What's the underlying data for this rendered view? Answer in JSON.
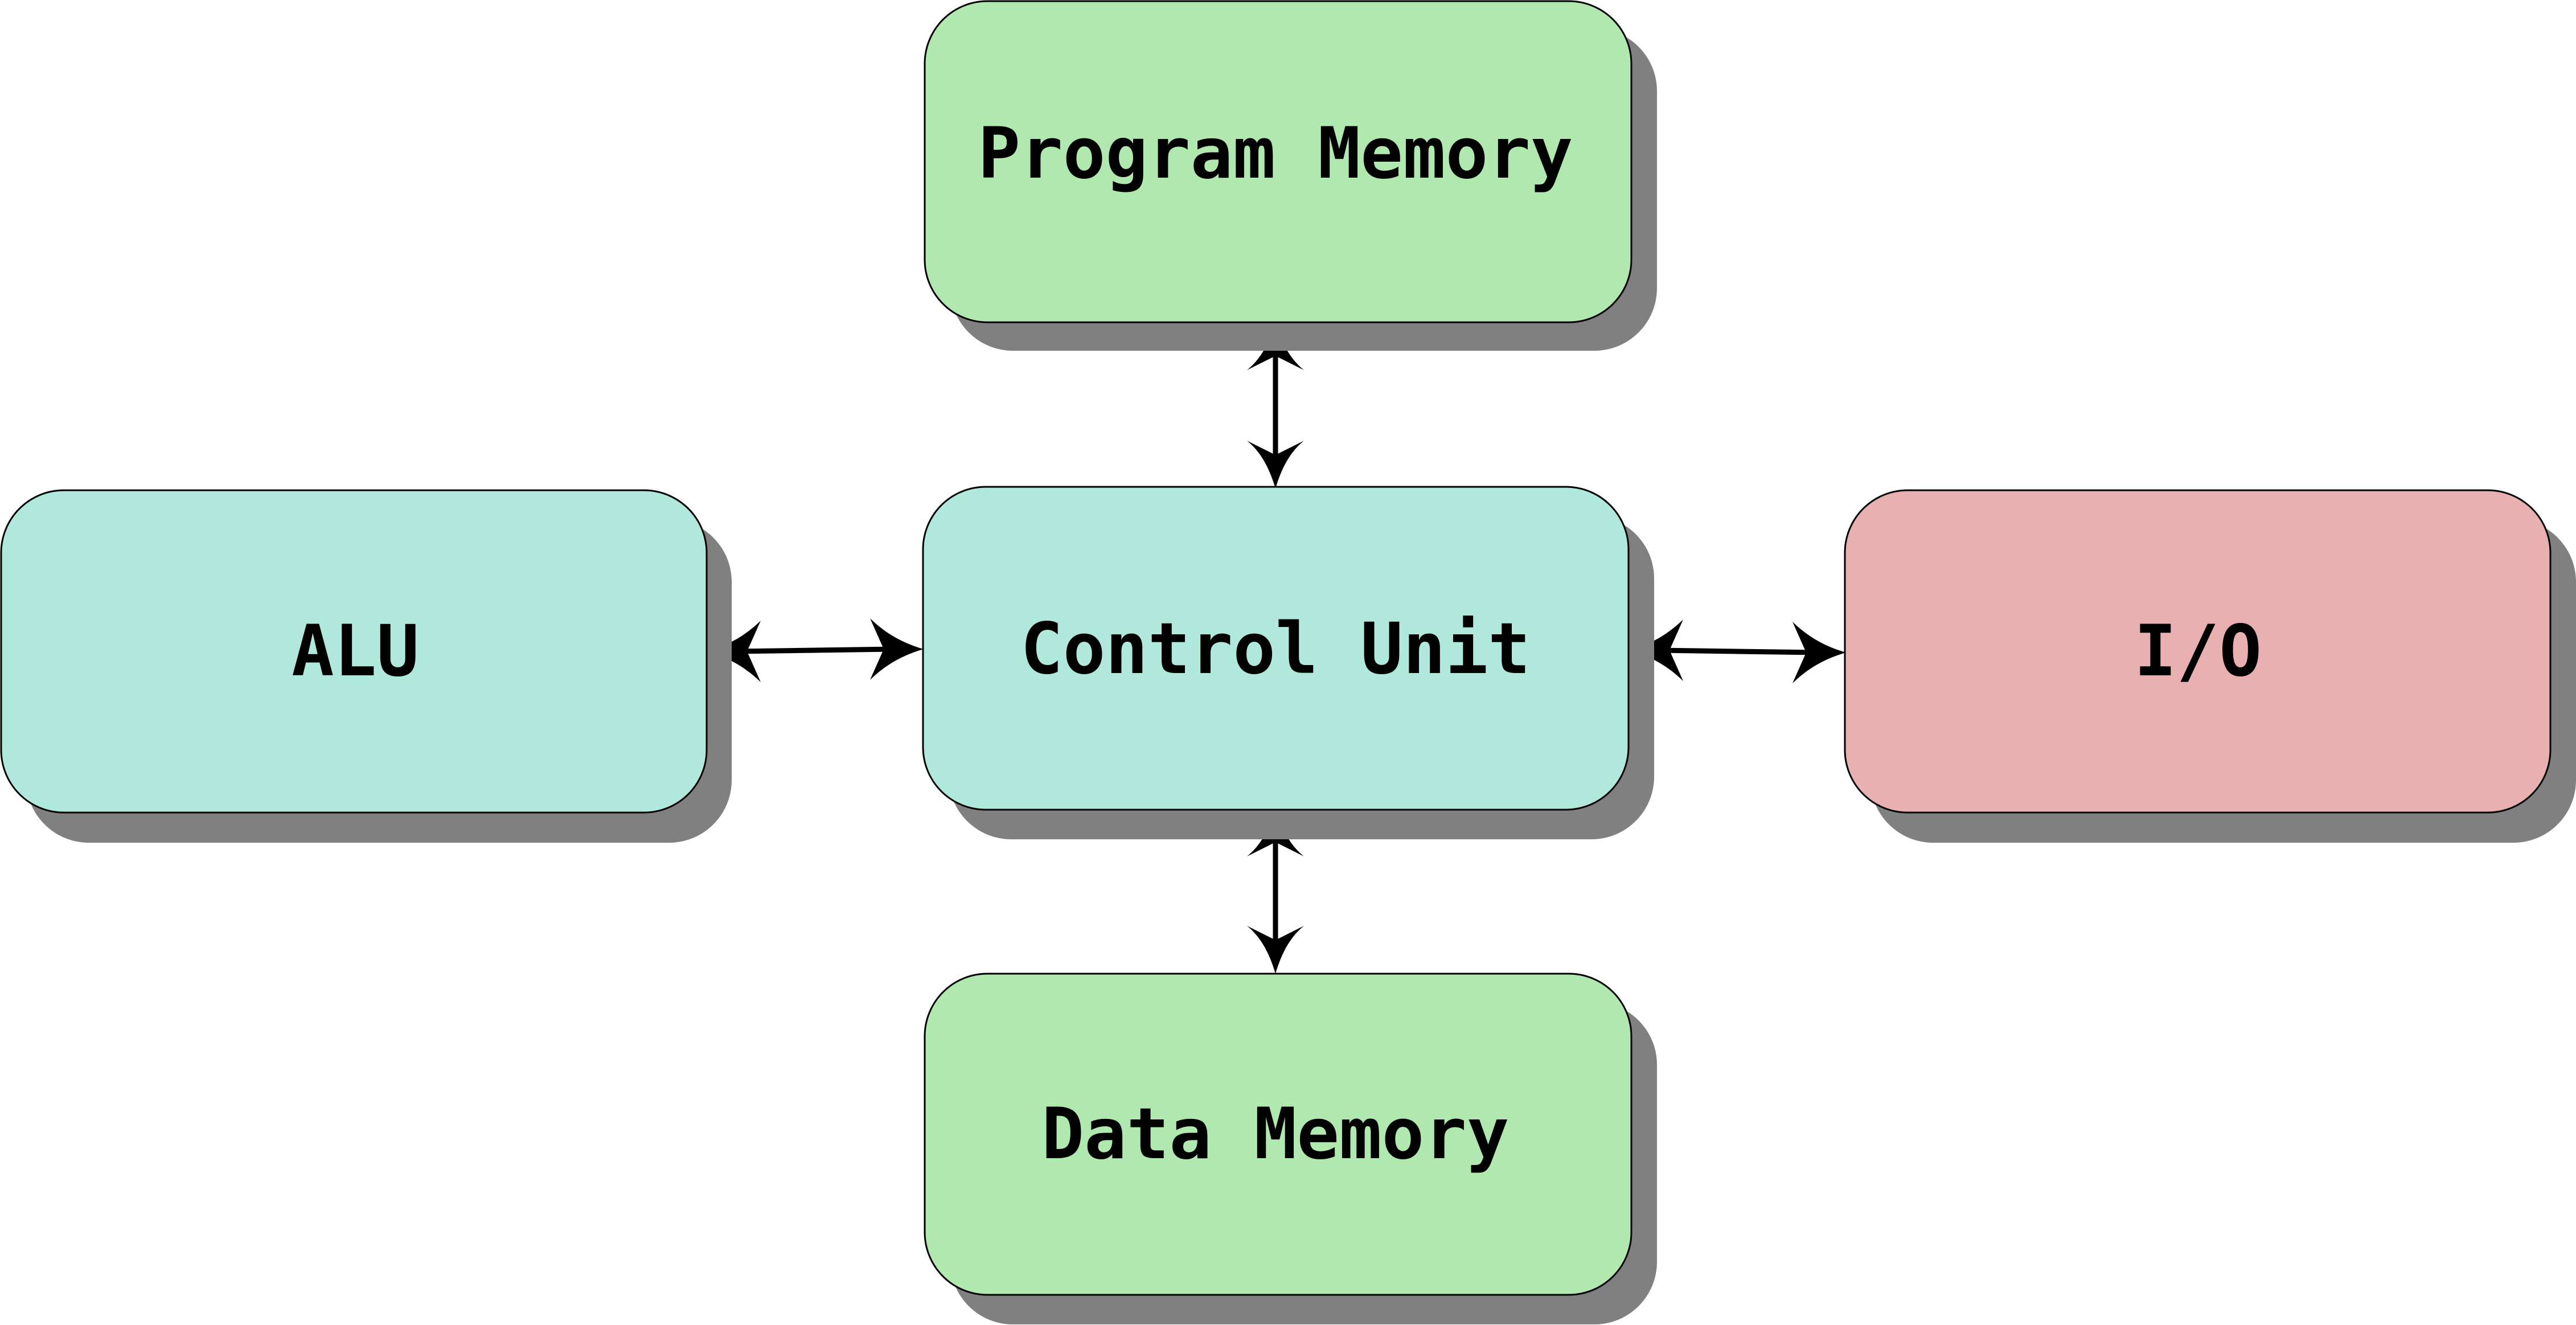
{
  "diagram": {
    "nodes": {
      "program_memory": {
        "label": "Program Memory",
        "fill": "#b0e8b0"
      },
      "control_unit": {
        "label": "Control Unit",
        "fill": "#b0e8dc"
      },
      "alu": {
        "label": "ALU",
        "fill": "#b0e8dc"
      },
      "io": {
        "label": "I/O",
        "fill": "#e8b0b0"
      },
      "data_memory": {
        "label": "Data Memory",
        "fill": "#b0e8b0"
      }
    },
    "edges": [
      {
        "from": "program_memory",
        "to": "control_unit",
        "direction": "bidirectional"
      },
      {
        "from": "alu",
        "to": "control_unit",
        "direction": "bidirectional"
      },
      {
        "from": "control_unit",
        "to": "io",
        "direction": "bidirectional"
      },
      {
        "from": "control_unit",
        "to": "data_memory",
        "direction": "bidirectional"
      }
    ],
    "colors": {
      "shadow": "#808080",
      "stroke": "#000000"
    }
  }
}
